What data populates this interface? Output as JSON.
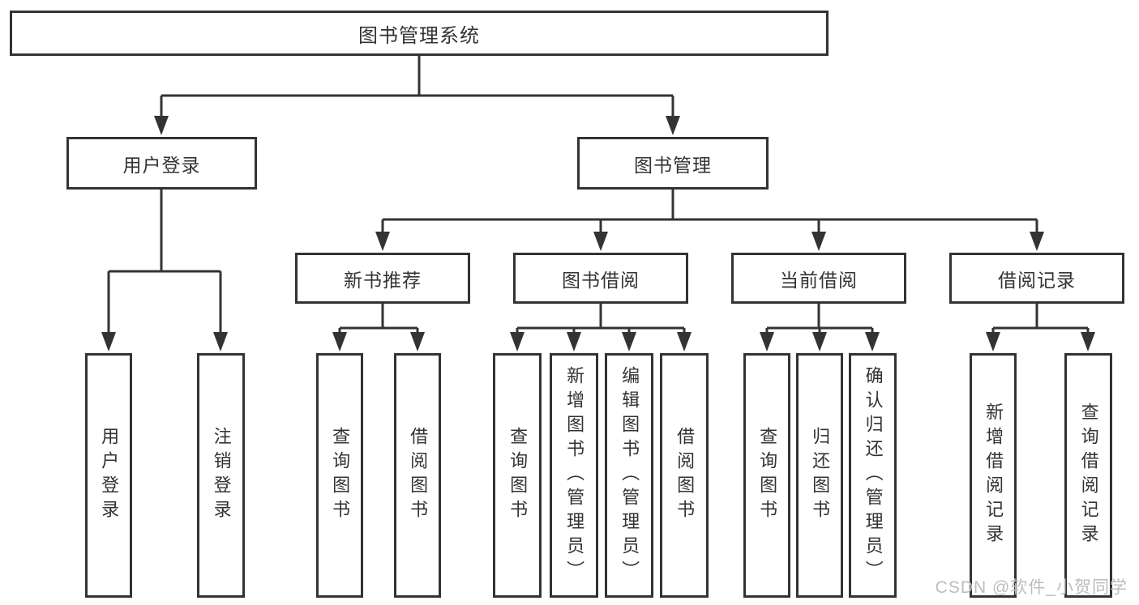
{
  "watermark": "CSDN @软件_小贺同学",
  "colors": {
    "line": "#333333",
    "box_border": "#333333",
    "text": "#333333",
    "background": "#ffffff",
    "watermark_text": "#bdbdbd"
  },
  "tree": {
    "label": "图书管理系统",
    "children": [
      {
        "label": "用户登录",
        "children": [
          {
            "label": "用户登录"
          },
          {
            "label": "注销登录"
          }
        ]
      },
      {
        "label": "图书管理",
        "children": [
          {
            "label": "新书推荐",
            "children": [
              {
                "label": "查询图书"
              },
              {
                "label": "借阅图书"
              }
            ]
          },
          {
            "label": "图书借阅",
            "children": [
              {
                "label": "查询图书"
              },
              {
                "label": "新增图书（管理员）"
              },
              {
                "label": "编辑图书（管理员）"
              },
              {
                "label": "借阅图书"
              }
            ]
          },
          {
            "label": "当前借阅",
            "children": [
              {
                "label": "查询图书"
              },
              {
                "label": "归还图书"
              },
              {
                "label": "确认归还（管理员）"
              }
            ]
          },
          {
            "label": "借阅记录",
            "children": [
              {
                "label": "新增借阅记录"
              },
              {
                "label": "查询借阅记录"
              }
            ]
          }
        ]
      }
    ]
  }
}
